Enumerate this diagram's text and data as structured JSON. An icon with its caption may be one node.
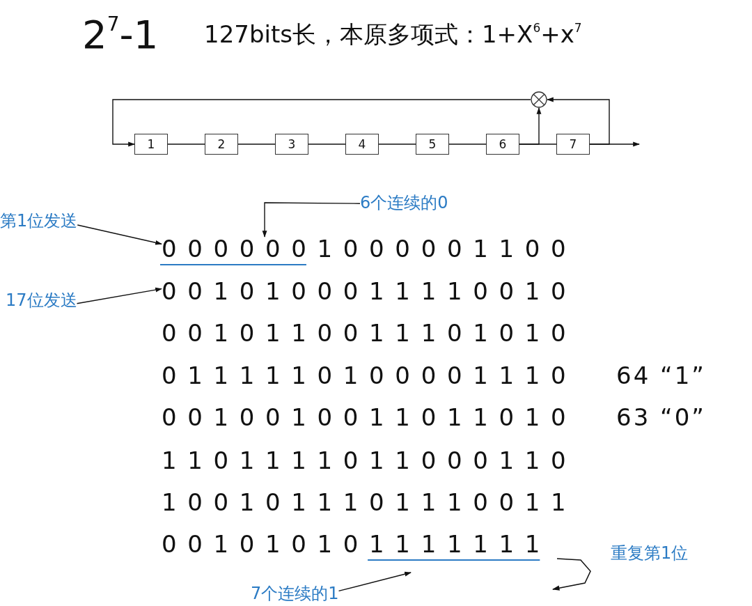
{
  "diagram": {
    "title": "2$^{7}$-1",
    "nodes": [
      {
        "text": [
          "1"
        ]
      },
      {
        "text": [
          "2"
        ]
      },
      {
        "text": [
          "3"
        ]
      },
      {
        "text": [
          "4"
        ]
      },
      {
        "text": [
          "5"
        ]
      },
      {
        "text": [
          "6"
        ]
      },
      {
        "text": [
          "7"
        ]
      },
      {
        "text": [],
        "shape": "circle"
      },
      {
        "text": [
          "第1位发送"
        ]
      },
      {
        "text": [
          "6个连续的0"
        ]
      },
      {
        "text": [
          "17位发送"
        ]
      },
      {
        "text": [
          "7个连续的1"
        ]
      },
      {
        "text": [
          "0 0 0 0 0 0 1 0 0 0 0 0 1 1 0 0"
        ]
      },
      {
        "text": [
          "0 0 1 0 1 0 0 0 1 1 1 1 0 0 1 0"
        ]
      }
    ],
    "edges": [
      {
        "from": 0,
        "to": 1,
        "arrow": "none"
      },
      {
        "from": 1,
        "to": 2,
        "arrow": "none"
      },
      {
        "from": 2,
        "to": 3,
        "arrow": "none"
      },
      {
        "from": 3,
        "to": 4,
        "arrow": "none"
      },
      {
        "from": 4,
        "to": 5,
        "arrow": "none"
      },
      {
        "from": 5,
        "to": 6,
        "arrow": "none"
      },
      {
        "from": 5,
        "to": 7,
        "arrow": "to"
      },
      {
        "from": 6,
        "to": 7,
        "arrow": "to"
      },
      {
        "from": 7,
        "to": 0,
        "arrow": "to"
      },
      {
        "from": 6,
        "to": null,
        "arrow": "to"
      },
      {
        "from": 8,
        "to": 12,
        "arrow": "to"
      },
      {
        "from": 9,
        "to": 12,
        "arrow": "to"
      },
      {
        "from": 10,
        "to": 13,
        "arrow": "to"
      },
      {
        "from": 11,
        "to": null,
        "arrow": "to"
      }
    ],
    "labels": [
      "127bits长，本原多项式：1+X$^{6}$+x$^{7}$",
      "0 0 1 0 1 1 0 0 1 1 1 0 1 0 1 0",
      "0 1 1 1 1 1 0 1 0 0 0 0 1 1 1 0",
      "0 0 1 0 0 1 0 0 1 1 0 1 1 0 1 0",
      "1 1 0 1 1 1 1 0 1 1 0 0 0 1 1 0",
      "1 0 0 1 0 1 1 1 0 1 1 1 0 0 1 1",
      "0 0 1 0 1 0 1 0 1 1 1 1 1 1 1",
      "64 “1”",
      "63 “0”",
      "重复第1位"
    ]
  }
}
